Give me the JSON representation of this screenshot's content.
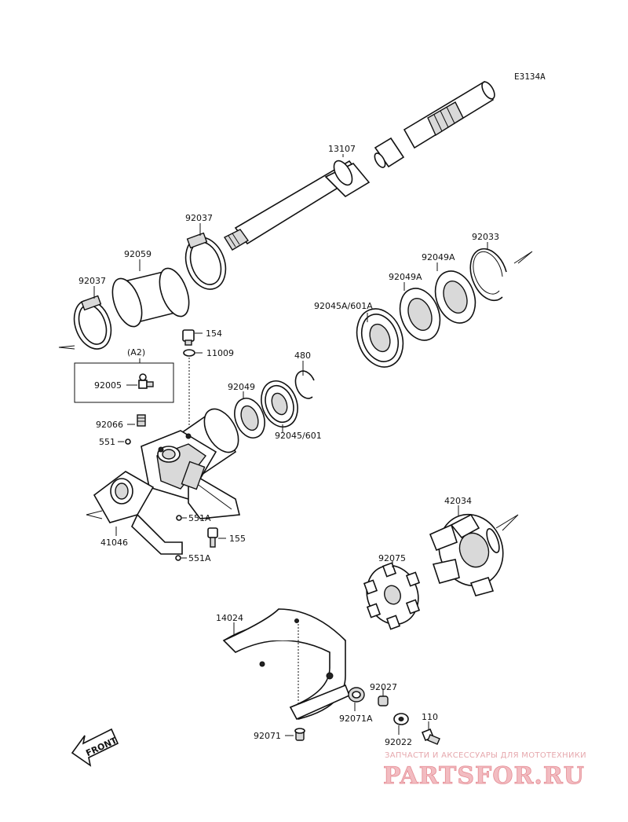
{
  "diagram": {
    "code": "E3134A",
    "labels": {
      "p13107": "13107",
      "p92037a": "92037",
      "p92037b": "92037",
      "p92059": "92059",
      "p92033": "92033",
      "p92049a1": "92049A",
      "p92049a2": "92049A",
      "p92045a": "92045A/601A",
      "p154": "154",
      "p11009": "11009",
      "pA2": "(A2)",
      "p92005": "92005",
      "p480": "480",
      "p92049": "92049",
      "p92045": "92045/601",
      "p92066": "92066",
      "p551": "551",
      "p551a1": "551A",
      "p551a2": "551A",
      "p41046": "41046",
      "p155": "155",
      "p42034": "42034",
      "p92075": "92075",
      "p14024": "14024",
      "p92027": "92027",
      "p92071a": "92071A",
      "p110": "110",
      "p92022": "92022",
      "p92071": "92071"
    },
    "front_label": "FRONT"
  },
  "watermark": {
    "top_text": "ЗАПЧАСТИ И АКСЕССУАРЫ ДЛЯ МОТОТЕХНИКИ",
    "brand": "PARTSFOR.RU"
  }
}
